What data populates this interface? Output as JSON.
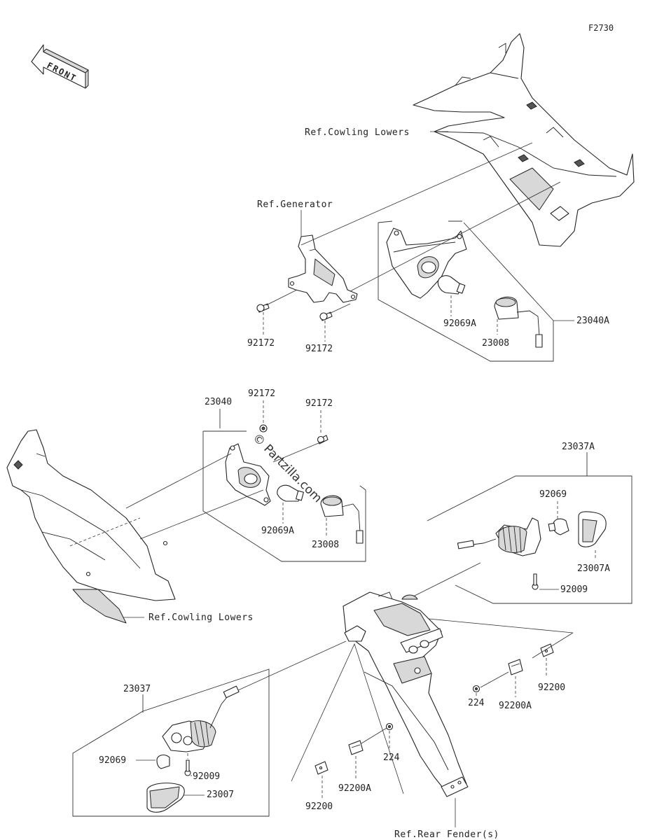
{
  "diagram_code": "F2730",
  "front_label": "FRONT",
  "watermark": "© Partzilla.com",
  "refs": {
    "cowling_lowers_top": "Ref.Cowling Lowers",
    "generator": "Ref.Generator",
    "cowling_lowers_left": "Ref.Cowling Lowers",
    "rear_fender": "Ref.Rear Fender(s)"
  },
  "parts": {
    "p_92172_a": "92172",
    "p_92172_b": "92172",
    "p_92069A_top": "92069A",
    "p_23008_top": "23008",
    "p_23040A": "23040A",
    "p_23040": "23040",
    "p_92172_c": "92172",
    "p_92172_d": "92172",
    "p_92069A_mid": "92069A",
    "p_23008_mid": "23008",
    "p_23037A": "23037A",
    "p_92069_right": "92069",
    "p_23007A": "23007A",
    "p_92009_right": "92009",
    "p_224_right": "224",
    "p_92200A_right": "92200A",
    "p_92200_right": "92200",
    "p_23037": "23037",
    "p_92069_left": "92069",
    "p_92009_left": "92009",
    "p_23007": "23007",
    "p_224_center": "224",
    "p_92200A_center": "92200A",
    "p_92200_center": "92200"
  }
}
